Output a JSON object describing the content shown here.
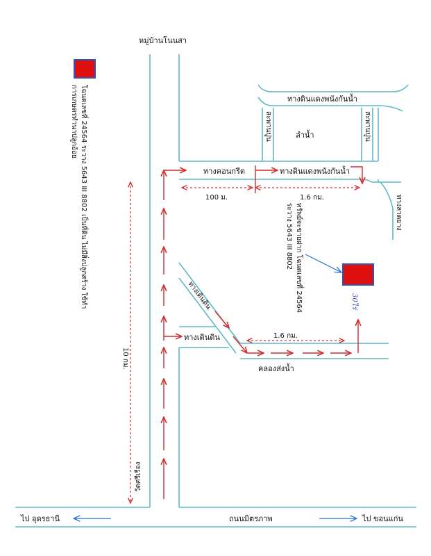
{
  "labels": {
    "village_north": "หมู่บ้านโนนสา",
    "legend_line1": "โฉนดเลขที่ 24564 ระวาง 5643 III 8802 เป็นที่ดิน ไม่มีสิ่งปลูกสร้าง ใช้ทำ",
    "legend_line2": "การเกษตรทำนาปลูกอ้อย",
    "dike_road_top": "ทางดินแดงพนังกันน้ำ",
    "dike_road_mid": "ทางดินแดงพนังกันน้ำ",
    "gate_left": "สะพานปูน",
    "gate_right": "สะพานปูน",
    "stream": "ลำน้ำ",
    "concrete_road": "ทางคอนกรีต",
    "dist_100m": "100 ม.",
    "dist_1_6km_top": "1.6 กม.",
    "asphalt_road": "ทางลาดยาง",
    "property_line1": "ทรัพย์จะขายฝาก โฉนดเลขที่ 24564",
    "property_line2": "ระวาง 5643 III 8802",
    "dirt_road_diag": "ทางเดินดิน",
    "dirt_road": "ทางเดินดิน",
    "dist_1_6km_bottom": "1.6 กม.",
    "handwritten": "30ไร่",
    "canal": "คลองส่งน้ำ",
    "dist_10km": "10 กม.",
    "temple": "วัดศรีเรือง",
    "to_udon": "ไป อุดรธานี",
    "main_road": "ถนนมิตรภาพ",
    "to_khonkaen": "ไป ขอนแก่น"
  },
  "colors": {
    "road": "#5fb8c8",
    "route": "#d32a2a",
    "marker_fill": "#e01010",
    "marker_border": "#2a55b8",
    "note_arrow": "#2a6fd1"
  },
  "icons": {
    "legend_marker": "red-square-icon",
    "property_marker": "red-square-icon"
  }
}
